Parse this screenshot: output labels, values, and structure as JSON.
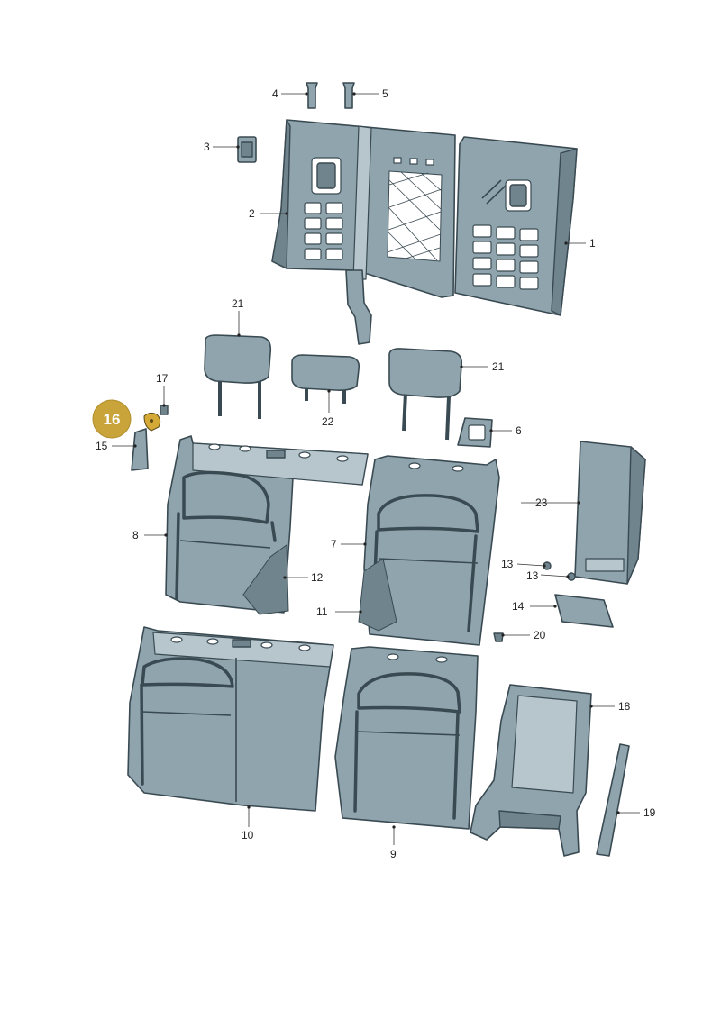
{
  "diagram": {
    "highlight": {
      "number": "16",
      "color": "#c9a43a"
    },
    "callouts": [
      {
        "id": "c1",
        "text": "1"
      },
      {
        "id": "c2",
        "text": "2"
      },
      {
        "id": "c3",
        "text": "3"
      },
      {
        "id": "c4",
        "text": "4"
      },
      {
        "id": "c5",
        "text": "5"
      },
      {
        "id": "c6",
        "text": "6"
      },
      {
        "id": "c7",
        "text": "7"
      },
      {
        "id": "c8",
        "text": "8"
      },
      {
        "id": "c9",
        "text": "9"
      },
      {
        "id": "c10",
        "text": "10"
      },
      {
        "id": "c11",
        "text": "11"
      },
      {
        "id": "c12",
        "text": "12"
      },
      {
        "id": "c13a",
        "text": "13"
      },
      {
        "id": "c13b",
        "text": "13"
      },
      {
        "id": "c14",
        "text": "14"
      },
      {
        "id": "c15",
        "text": "15"
      },
      {
        "id": "c17",
        "text": "17"
      },
      {
        "id": "c18",
        "text": "18"
      },
      {
        "id": "c19",
        "text": "19"
      },
      {
        "id": "c20",
        "text": "20"
      },
      {
        "id": "c21a",
        "text": "21"
      },
      {
        "id": "c21b",
        "text": "21"
      },
      {
        "id": "c22",
        "text": "22"
      },
      {
        "id": "c23",
        "text": "23"
      }
    ],
    "colors": {
      "part": "#8fa4ad",
      "outline": "#3a4a52",
      "highlight": "#c9a43a"
    }
  }
}
